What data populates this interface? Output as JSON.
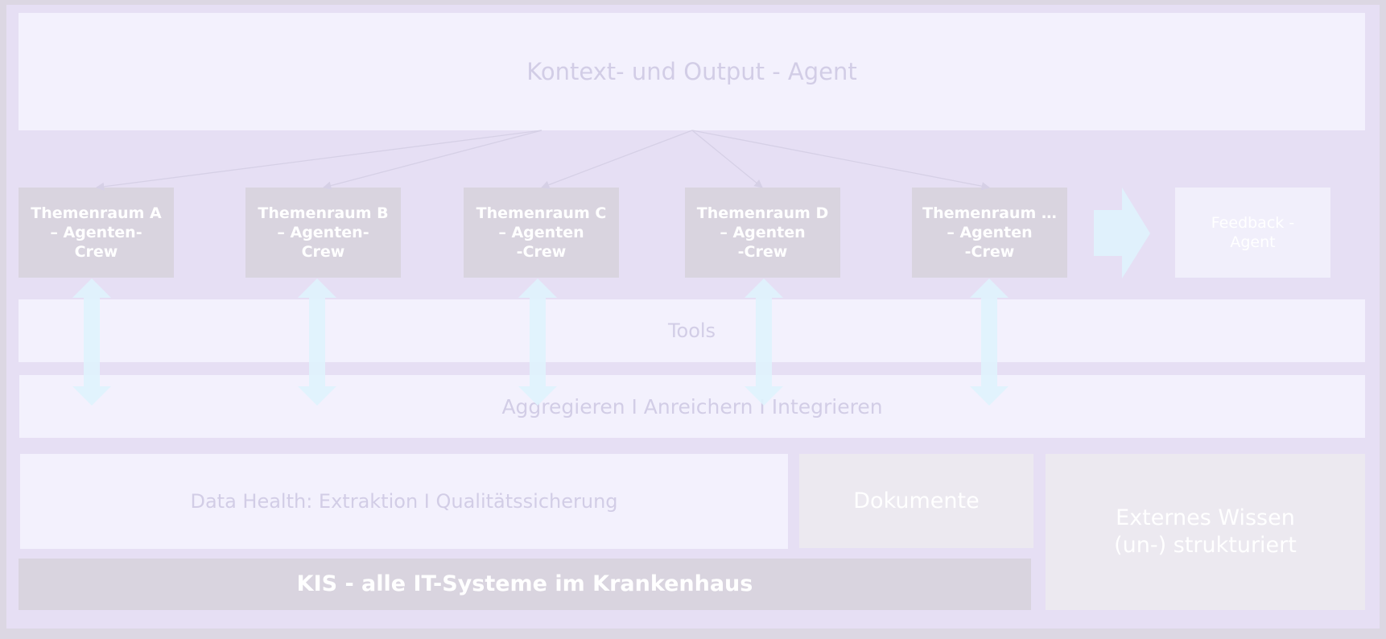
{
  "context_agent": {
    "label": "Kontext- und Output - Agent"
  },
  "crews": [
    {
      "label": "Themenraum A\n– Agenten-\nCrew"
    },
    {
      "label": "Themenraum B\n– Agenten-\nCrew"
    },
    {
      "label": "Themenraum C\n– Agenten\n-Crew"
    },
    {
      "label": "Themenraum D\n– Agenten\n-Crew"
    },
    {
      "label": "Themenraum …\n– Agenten\n-Crew"
    }
  ],
  "feedback_agent": {
    "label": "Feedback -\nAgent"
  },
  "tools": {
    "label": "Tools"
  },
  "aggregate": {
    "label": "Aggregieren I Anreichern I Integrieren"
  },
  "data_health": {
    "label": "Data Health: Extraktion I Qualitätssicherung"
  },
  "documents": {
    "label": "Dokumente"
  },
  "external_knowledge": {
    "label": "Externes Wissen\n(un-) strukturiert"
  },
  "kis": {
    "label": "KIS - alle IT-Systeme im Krankenhaus"
  },
  "colors": {
    "background": "#e6dff4",
    "light_box": "#f3f1fd",
    "crew_box": "#d9d4df",
    "arrow": "#dff3fd",
    "text_light": "#d2cde6"
  }
}
